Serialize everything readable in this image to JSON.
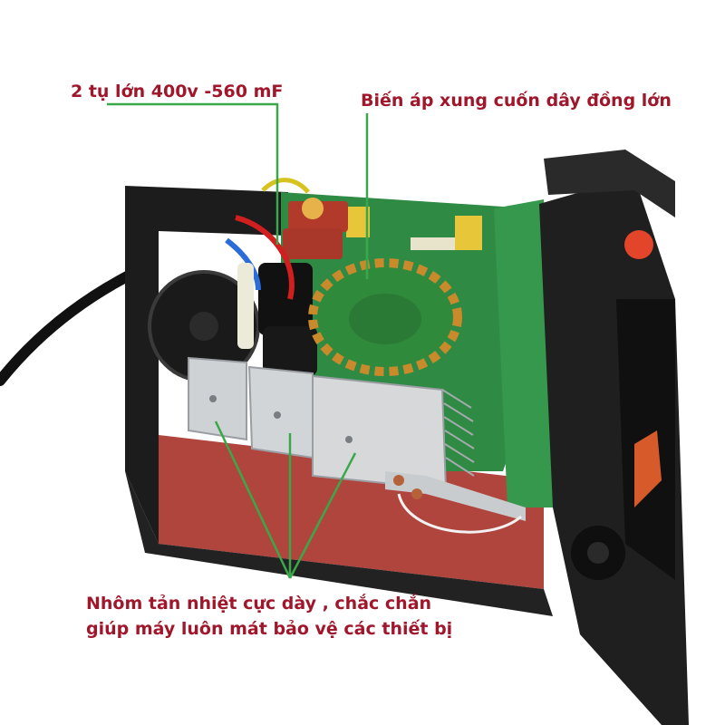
{
  "annotations": {
    "capacitors": {
      "text": "2 tụ lớn 400v -560 mF"
    },
    "transformer": {
      "text": "Biến áp xung cuốn dây đồng lớn"
    },
    "heatsink": {
      "line1": "Nhôm tản nhiệt cực dày , chắc chắn",
      "line2": "giúp máy luôn mát bảo vệ các thiết bị"
    }
  },
  "colors": {
    "label_text": "#a0162b",
    "pointer_line": "#3aa84a",
    "case_body": "#1c1c1c",
    "pcb": "#2f8a44",
    "copper": "#c98a2b",
    "aluminum": "#cfd2d4",
    "base_plate": "#b0453e"
  }
}
